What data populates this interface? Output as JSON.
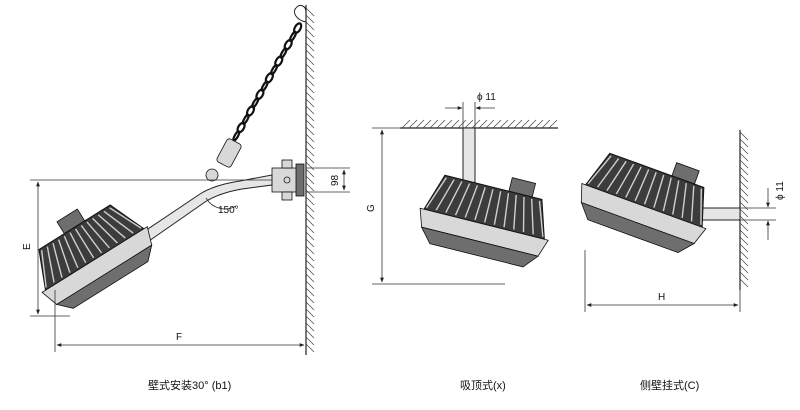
{
  "diagrams": {
    "wall_mount": {
      "caption": "壁式安装30°  (b1)",
      "dims": {
        "e": "E",
        "f": "F",
        "angle": "150°",
        "offset": "98"
      }
    },
    "ceiling_mount": {
      "caption": "吸顶式(x)",
      "dims": {
        "g": "G",
        "diameter": "ϕ 11"
      }
    },
    "side_wall_mount": {
      "caption": "侧壁挂式(C)",
      "dims": {
        "h": "H",
        "diameter": "ϕ 11"
      }
    }
  }
}
